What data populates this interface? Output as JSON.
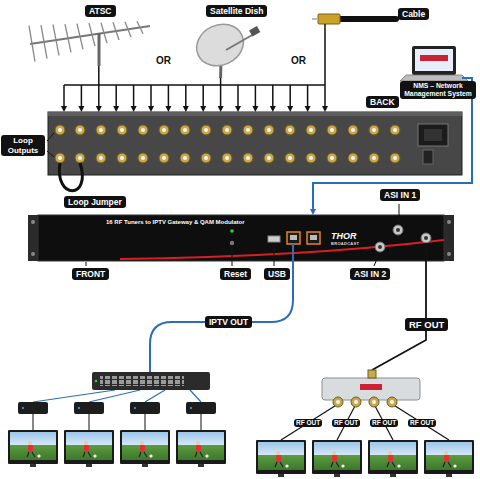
{
  "diagram": {
    "nodes": [
      {
        "text": [
          "ATSC"
        ]
      },
      {
        "text": [
          "Satellite Dish"
        ]
      },
      {
        "text": [
          "Cable"
        ]
      },
      {
        "text": [
          "NMS – Network Management System"
        ]
      },
      {
        "text": [
          "BACK"
        ]
      },
      {
        "text": [
          "16 RF Tuners to IPTV Gateway & QAM Modulator",
          "FRONT"
        ]
      }
    ],
    "edges": [
      {
        "from": 0,
        "to": 4,
        "arrow": "to"
      },
      {
        "from": 1,
        "to": 4,
        "arrow": "to"
      },
      {
        "from": 2,
        "to": 4,
        "arrow": "to"
      },
      {
        "from": 3,
        "to": 5,
        "arrow": "to"
      }
    ],
    "labels": [
      "OR",
      "OR",
      "Loop Outputs",
      "Loop Jumper",
      "ASI IN 1",
      "ASI IN 2",
      "Reset",
      "USB",
      "IPTV OUT",
      "RF OUT",
      "RF OUT",
      "RF OUT",
      "RF OUT",
      "RF OUT",
      "THOR",
      "BROADCAST"
    ]
  }
}
